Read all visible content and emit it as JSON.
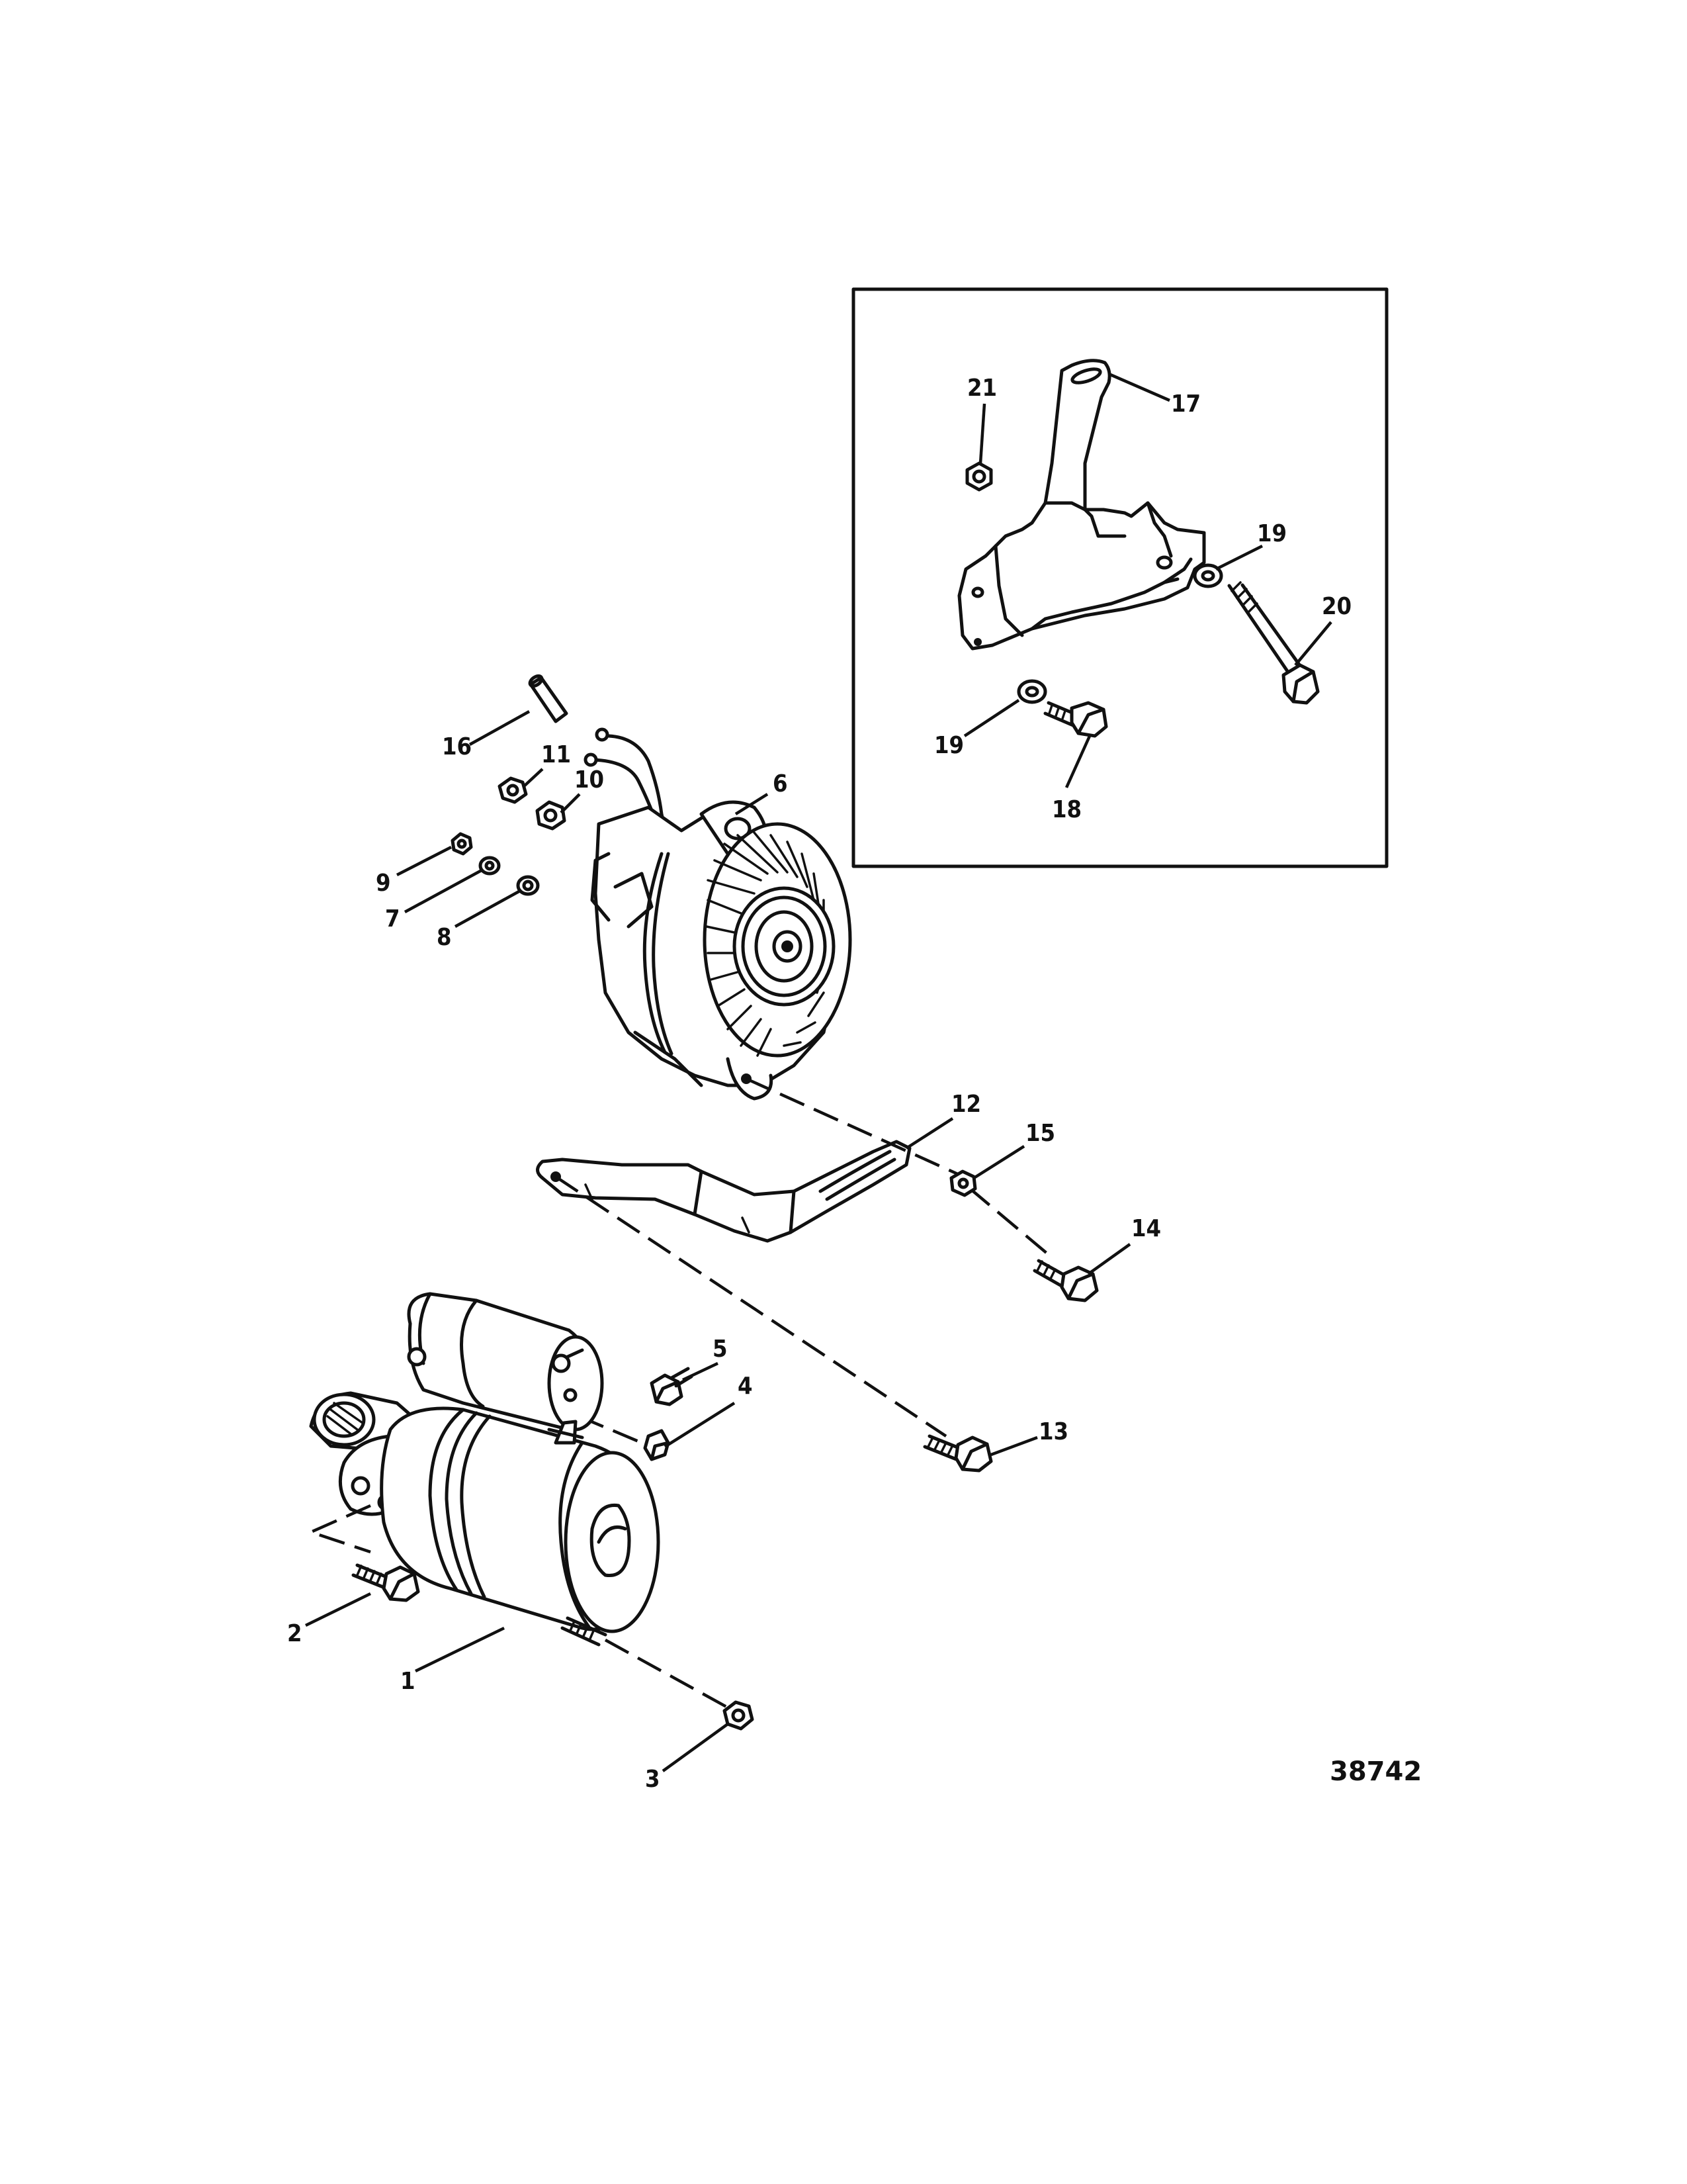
{
  "callouts": {
    "c1": "1",
    "c2": "2",
    "c3": "3",
    "c4": "4",
    "c5": "5",
    "c6": "6",
    "c7": "7",
    "c8": "8",
    "c9": "9",
    "c10": "10",
    "c11": "11",
    "c12": "12",
    "c13": "13",
    "c14": "14",
    "c15": "15",
    "c16": "16",
    "c17": "17",
    "c18": "18",
    "c19a": "19",
    "c19b": "19",
    "c20": "20",
    "c21": "21"
  },
  "figure_number": "38742"
}
